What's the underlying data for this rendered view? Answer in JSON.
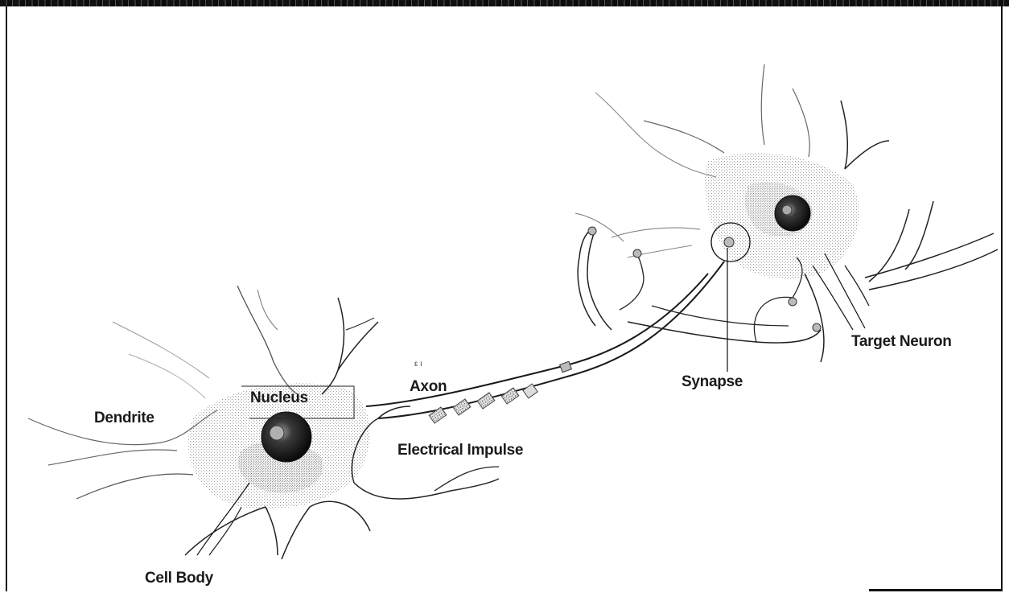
{
  "labels": {
    "dendrite": "Dendrite",
    "nucleus": "Nucleus",
    "axon": "Axon",
    "electrical_impulse": "Electrical Impulse",
    "synapse": "Synapse",
    "target_neuron": "Target Neuron",
    "cell_body": "Cell Body"
  }
}
